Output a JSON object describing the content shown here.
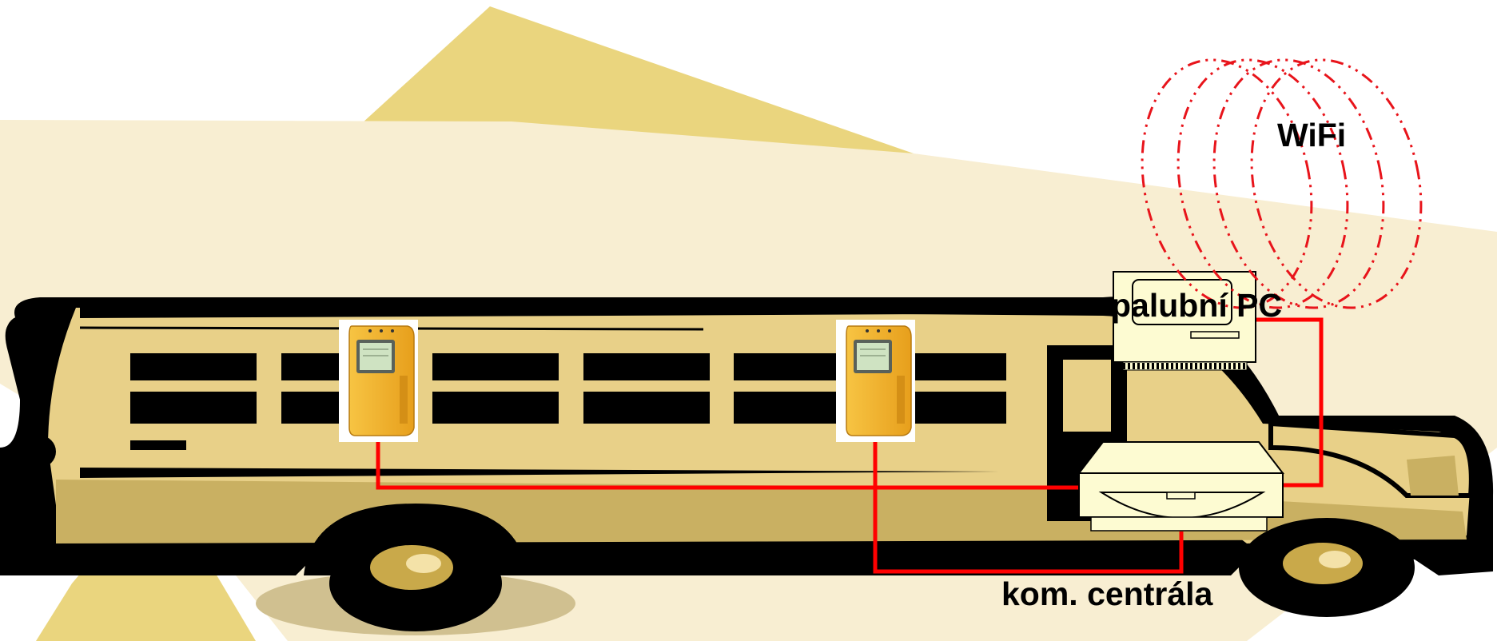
{
  "labels": {
    "wifi": "WiFi",
    "onboard_pc": "palubní PC",
    "comm_unit": "kom. centrála"
  },
  "colors": {
    "cable": "#ff0000",
    "wifi_wave": "#e8141b",
    "bus_body": "#e8d088",
    "bus_dark": "#c9b062",
    "background_star_dark": "#ead57e",
    "background_star_light": "#f8eed2",
    "device_fill": "#fdfbd2",
    "validator": "#f2b32c"
  },
  "icons": [
    "bus-icon",
    "ticket-validator-icon",
    "computer-icon",
    "communication-unit-icon",
    "wifi-waves-icon"
  ]
}
